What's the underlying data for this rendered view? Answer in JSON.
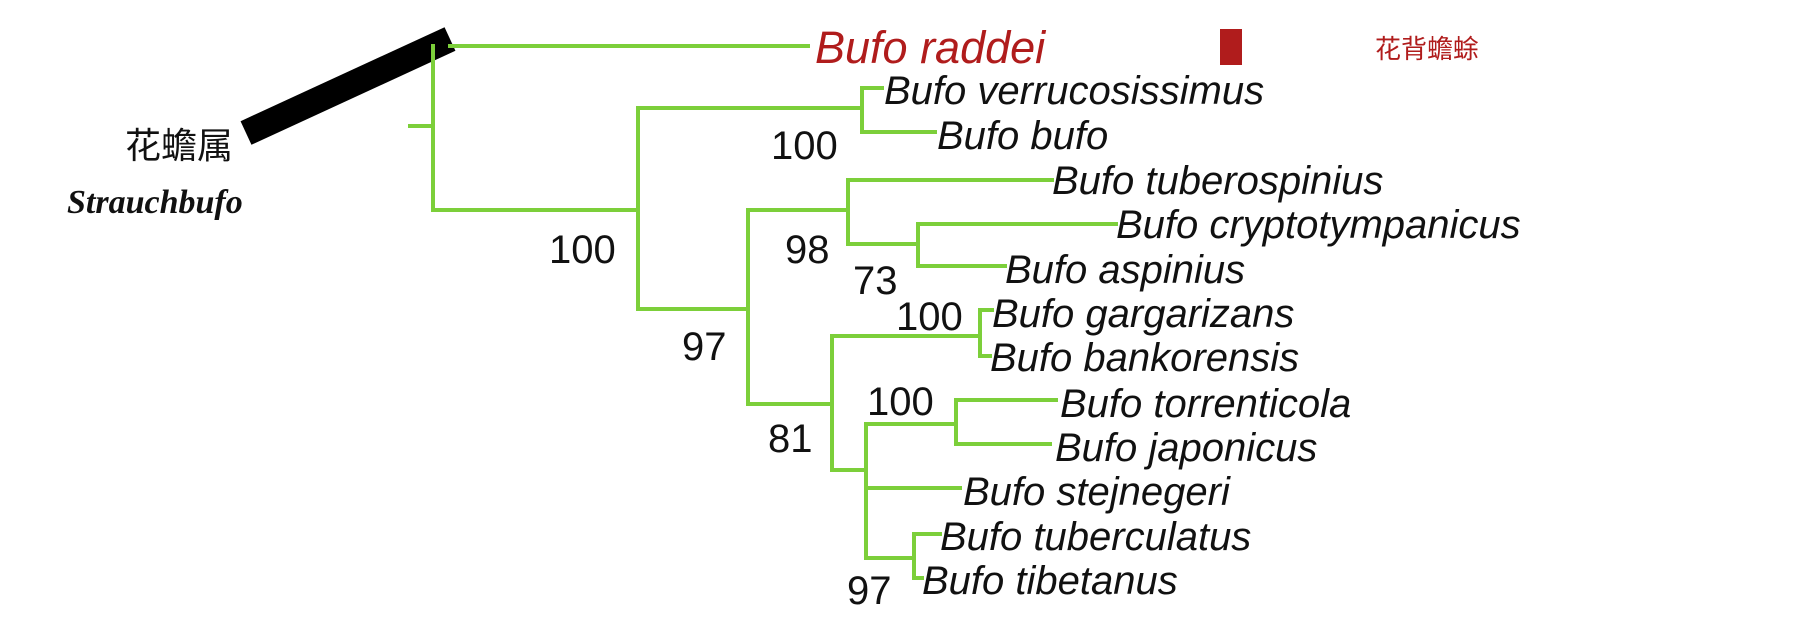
{
  "genus": {
    "chinese": "花蟾属",
    "latin": "Strauchbufo"
  },
  "highlight": {
    "color": "#b01c1c",
    "common_name": "花背蟾蜍"
  },
  "branch_color": "#7ccf3a",
  "taxa": [
    "Bufo raddei",
    "Bufo verrucosissimus",
    "Bufo bufo",
    "Bufo tuberospinius",
    "Bufo cryptotympanicus",
    "Bufo aspinius",
    "Bufo gargarizans",
    "Bufo bankorensis",
    "Bufo torrenticola",
    "Bufo japonicus",
    "Bufo stejnegeri",
    "Bufo tuberculatus",
    "Bufo tibetanus"
  ],
  "support_values": [
    "100",
    "100",
    "98",
    "73",
    "97",
    "100",
    "81",
    "100",
    "97"
  ]
}
